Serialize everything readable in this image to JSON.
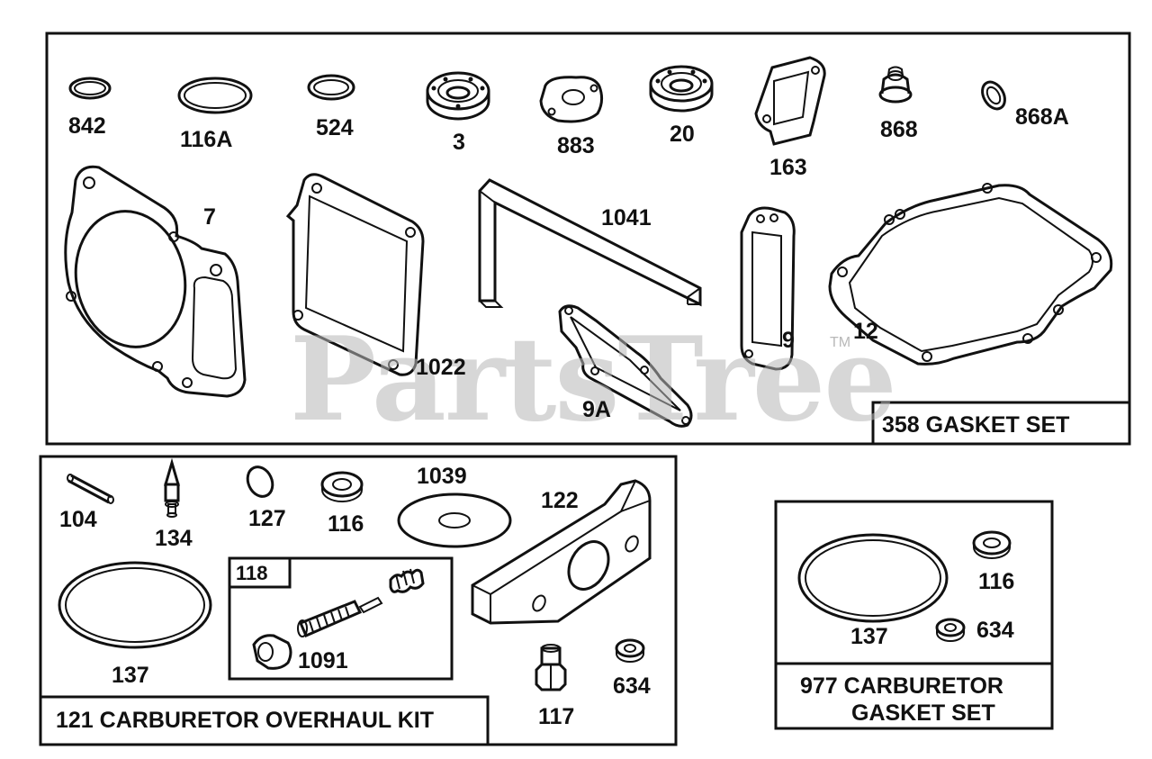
{
  "watermark": {
    "text": "PartsTree",
    "tm": "TM"
  },
  "panels": {
    "gasket_set": {
      "title": "358 GASKET SET",
      "parts": [
        "842",
        "116A",
        "524",
        "3",
        "883",
        "20",
        "163",
        "868",
        "868A",
        "7",
        "1022",
        "1041",
        "9A",
        "9",
        "12"
      ]
    },
    "carb_overhaul": {
      "title": "121 CARBURETOR OVERHAUL KIT",
      "parts": [
        "104",
        "134",
        "127",
        "116",
        "1039",
        "122",
        "137",
        "117",
        "634"
      ],
      "sub_kit": {
        "title": "118",
        "parts": [
          "1091"
        ]
      }
    },
    "carb_gasket": {
      "title_line1": "977 CARBURETOR",
      "title_line2": "GASKET SET",
      "parts": [
        "137",
        "116",
        "634"
      ]
    }
  }
}
